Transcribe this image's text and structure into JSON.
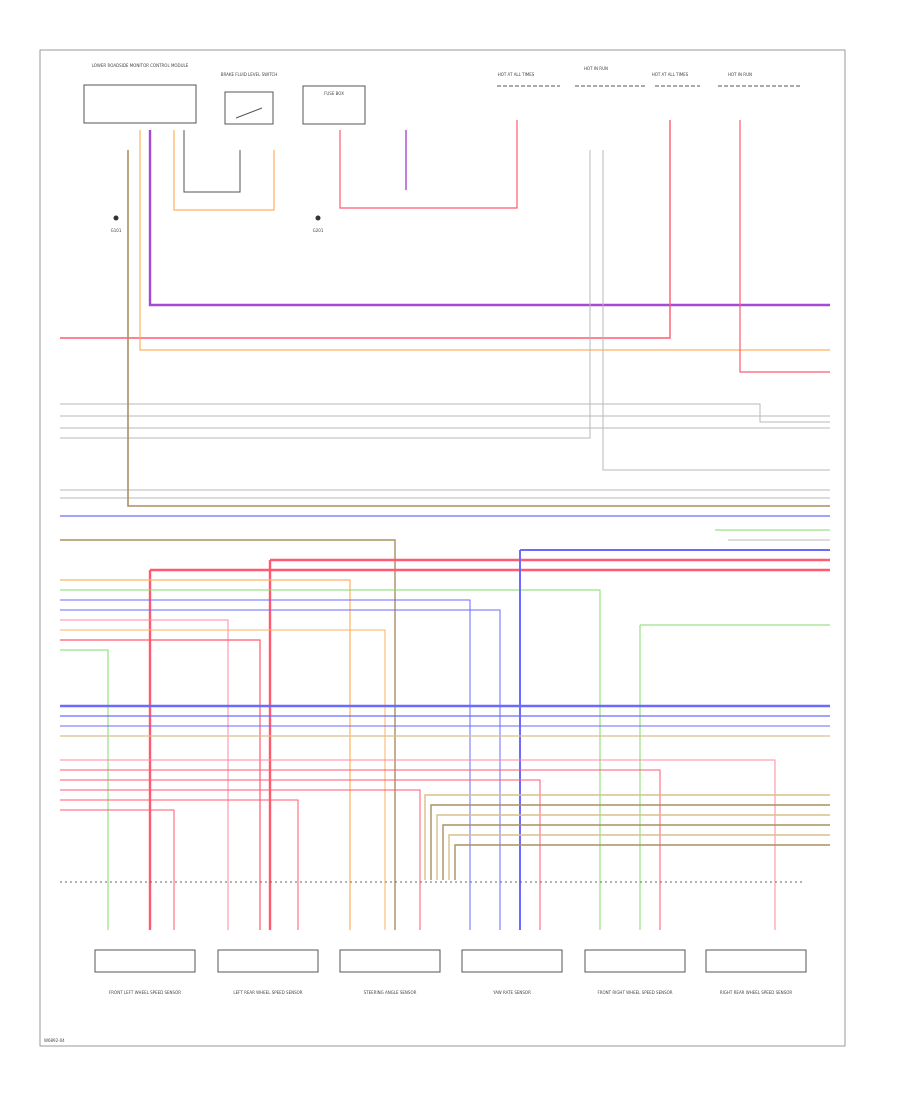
{
  "footer": {
    "code": "W6892-04"
  },
  "components": {
    "top": [
      {
        "id": "c1",
        "label": "LOWER ROADSIDE MONITOR CONTROL MODULE"
      },
      {
        "id": "c2",
        "label": "BRAKE FLUID LEVEL SWITCH"
      },
      {
        "id": "c3",
        "label": "FUSE BOX"
      },
      {
        "id": "c4",
        "label": "HOT AT ALL TIMES"
      },
      {
        "id": "c5",
        "label": "HOT IN RUN"
      },
      {
        "id": "c6",
        "label": "HOT AT ALL TIMES"
      },
      {
        "id": "c7",
        "label": "HOT IN RUN"
      }
    ],
    "grounds": [
      {
        "id": "g1",
        "label": "G101"
      },
      {
        "id": "g2",
        "label": "G201"
      }
    ],
    "bottom": [
      {
        "id": "s1",
        "label": "FRONT LEFT WHEEL SPEED SENSOR"
      },
      {
        "id": "s2",
        "label": "LEFT REAR WHEEL SPEED SENSOR"
      },
      {
        "id": "s3",
        "label": "STEERING ANGLE SENSOR"
      },
      {
        "id": "s4",
        "label": "YAW RATE SENSOR"
      },
      {
        "id": "s5",
        "label": "FRONT RIGHT WHEEL SPEED SENSOR"
      },
      {
        "id": "s6",
        "label": "RIGHT REAR WHEEL SPEED SENSOR"
      }
    ]
  },
  "wire_colors": {
    "purple": "#a44ad6",
    "red": "#ff5a70",
    "orange": "#ffb060",
    "gray": "#b9b9b9",
    "brown": "#a89060",
    "blue": "#6a6aff",
    "green": "#7ddc6a",
    "pink": "#ff8aa0",
    "tan": "#d6c08a",
    "black": "#555555"
  }
}
